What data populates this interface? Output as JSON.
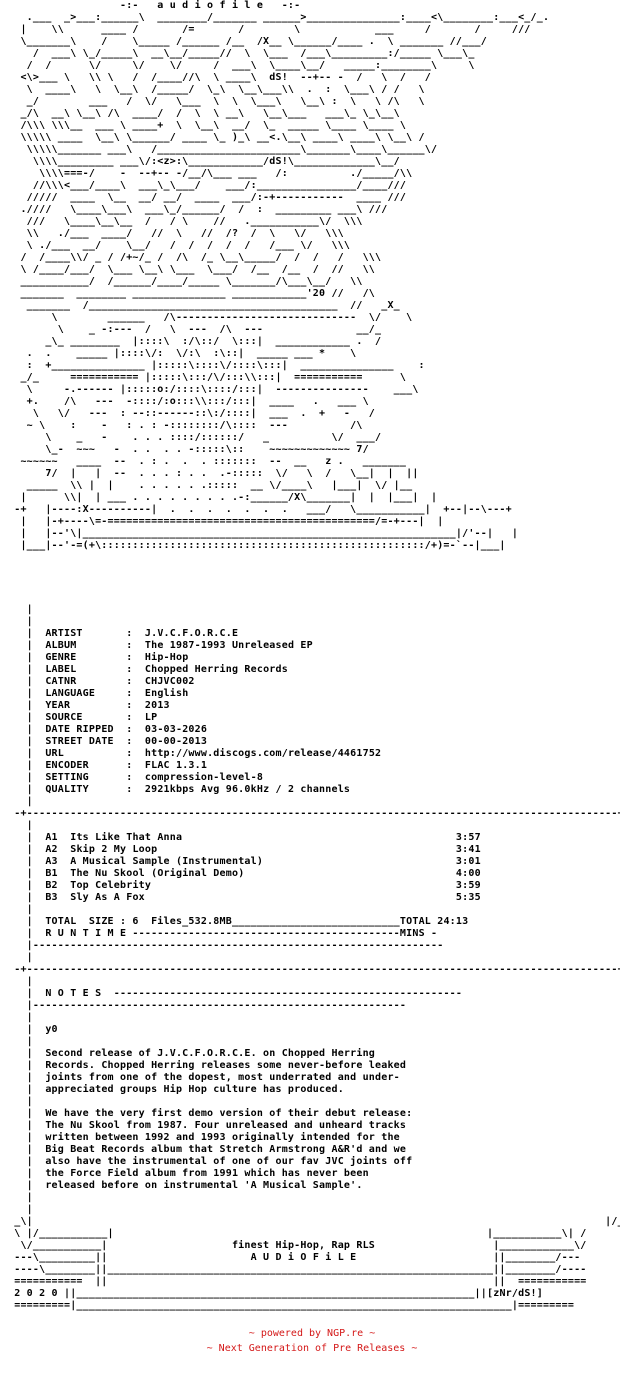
{
  "header_title": "-:-   a u d i o f i l e   -:-",
  "info": {
    "artist": {
      "label": "ARTIST",
      "value": "J.V.C.F.O.R.C.E"
    },
    "album": {
      "label": "ALBUM",
      "value": "The 1987-1993 Unreleased EP"
    },
    "genre": {
      "label": "GENRE",
      "value": "Hip-Hop"
    },
    "record_label": {
      "label": "LABEL",
      "value": "Chopped Herring Records"
    },
    "catnr": {
      "label": "CATNR",
      "value": "CHJVC002"
    },
    "language": {
      "label": "LANGUAGE",
      "value": "English"
    },
    "year": {
      "label": "YEAR",
      "value": "2013"
    },
    "source": {
      "label": "SOURCE",
      "value": "LP"
    },
    "date_ripped": {
      "label": "DATE RIPPED",
      "value": "03-03-2026"
    },
    "street_date": {
      "label": "STREET DATE",
      "value": "00-00-2013"
    },
    "url": {
      "label": "URL",
      "value": "http://www.discogs.com/release/4461752"
    },
    "encoder": {
      "label": "ENCODER",
      "value": "FLAC 1.3.1"
    },
    "setting": {
      "label": "SETTING",
      "value": "compression-level-8"
    },
    "quality": {
      "label": "QUALITY",
      "value": "2921kbps Avg 96.0kHz / 2 channels"
    }
  },
  "tracks": [
    {
      "pos": "A1",
      "title": "Its Like That Anna",
      "time": "3:57"
    },
    {
      "pos": "A2",
      "title": "Skip 2 My Loop",
      "time": "3:41"
    },
    {
      "pos": "A3",
      "title": "A Musical Sample (Instrumental)",
      "time": "3:01"
    },
    {
      "pos": "B1",
      "title": "The Nu Skool (Original Demo)",
      "time": "4:00"
    },
    {
      "pos": "B2",
      "title": "Top Celebrity",
      "time": "3:59"
    },
    {
      "pos": "B3",
      "title": "Sly As A Fox",
      "time": "5:35"
    }
  ],
  "totals": {
    "size_label": "TOTAL  SIZE : 6  Files_532.8MB",
    "total_label": "TOTAL 24:13",
    "runtime_label": "R U N T I M E",
    "mins_label": "MINS"
  },
  "notes": {
    "heading": "N O T E S",
    "greeting": "y0",
    "paragraph1": [
      "Second release of J.V.C.F.O.R.C.E. on Chopped Herring",
      "Records. Chopped Herring releases some never-before leaked",
      "joints from one of the dopest, most underrated and under-",
      "appreciated groups Hip Hop culture has produced."
    ],
    "paragraph2": [
      "We have the very first demo version of their debut release:",
      "The Nu Skool from 1987. Four unreleased and unheard tracks",
      "written between 1992 and 1993 originally intended for the",
      "Big Beat Records album that Stretch Armstrong A&R'd and we",
      "also have the instrumental of one of our fav JVC joints off",
      "the Force Field album from 1991 which has never been",
      "released before on instrumental 'A Musical Sample'."
    ]
  },
  "bottom_box": {
    "line1": "finest Hip-Hop, Rap RLS",
    "line2": "A U D i O F i L E",
    "year": "2 0 2 0",
    "credit": "[zNr/dS!]"
  },
  "footer": {
    "line1": "~ powered by NGP.re ~",
    "line2": "~ Next Generation of Pre Releases ~"
  }
}
